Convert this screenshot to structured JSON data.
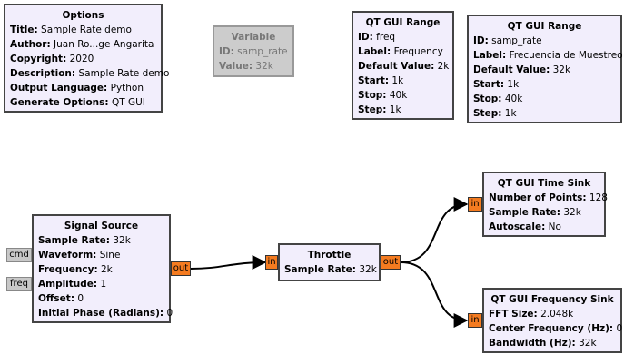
{
  "options": {
    "title": "Options",
    "rows": [
      {
        "key": "Title:",
        "value": "Sample Rate demo"
      },
      {
        "key": "Author:",
        "value": "Juan Ro...ge Angarita"
      },
      {
        "key": "Copyright:",
        "value": "2020"
      },
      {
        "key": "Description:",
        "value": "Sample Rate demo"
      },
      {
        "key": "Output Language:",
        "value": "Python"
      },
      {
        "key": "Generate Options:",
        "value": "QT GUI"
      }
    ]
  },
  "variable": {
    "title": "Variable",
    "rows": [
      {
        "key": "ID:",
        "value": "samp_rate"
      },
      {
        "key": "Value:",
        "value": "32k"
      }
    ]
  },
  "range_freq": {
    "title": "QT GUI Range",
    "rows": [
      {
        "key": "ID:",
        "value": "freq"
      },
      {
        "key": "Label:",
        "value": "Frequency"
      },
      {
        "key": "Default Value:",
        "value": "2k"
      },
      {
        "key": "Start:",
        "value": "1k"
      },
      {
        "key": "Stop:",
        "value": "40k"
      },
      {
        "key": "Step:",
        "value": "1k"
      }
    ]
  },
  "range_samp": {
    "title": "QT GUI Range",
    "rows": [
      {
        "key": "ID:",
        "value": "samp_rate"
      },
      {
        "key": "Label:",
        "value": "Frecuencia de Muestreo"
      },
      {
        "key": "Default Value:",
        "value": "32k"
      },
      {
        "key": "Start:",
        "value": "1k"
      },
      {
        "key": "Stop:",
        "value": "40k"
      },
      {
        "key": "Step:",
        "value": "1k"
      }
    ]
  },
  "signal_source": {
    "title": "Signal Source",
    "rows": [
      {
        "key": "Sample Rate:",
        "value": "32k"
      },
      {
        "key": "Waveform:",
        "value": "Sine"
      },
      {
        "key": "Frequency:",
        "value": "2k"
      },
      {
        "key": "Amplitude:",
        "value": "1"
      },
      {
        "key": "Offset:",
        "value": "0"
      },
      {
        "key": "Initial Phase (Radians):",
        "value": "0"
      }
    ],
    "ports": {
      "cmd": "cmd",
      "freq": "freq",
      "out": "out"
    }
  },
  "throttle": {
    "title": "Throttle",
    "rows": [
      {
        "key": "Sample Rate:",
        "value": "32k"
      }
    ],
    "ports": {
      "in": "in",
      "out": "out"
    }
  },
  "time_sink": {
    "title": "QT GUI Time Sink",
    "rows": [
      {
        "key": "Number of Points:",
        "value": "128"
      },
      {
        "key": "Sample Rate:",
        "value": "32k"
      },
      {
        "key": "Autoscale:",
        "value": "No"
      }
    ],
    "ports": {
      "in": "in"
    }
  },
  "freq_sink": {
    "title": "QT GUI Frequency Sink",
    "rows": [
      {
        "key": "FFT Size:",
        "value": "2.048k"
      },
      {
        "key": "Center Frequency (Hz):",
        "value": "0"
      },
      {
        "key": "Bandwidth (Hz):",
        "value": "32k"
      }
    ],
    "ports": {
      "in": "in"
    }
  },
  "colors": {
    "block_fill": "#f2eefc",
    "block_border": "#444444",
    "disabled_fill": "#cccccc",
    "stream_port": "#f47b20",
    "message_port": "#c8c8c8",
    "wire": "#000000"
  }
}
